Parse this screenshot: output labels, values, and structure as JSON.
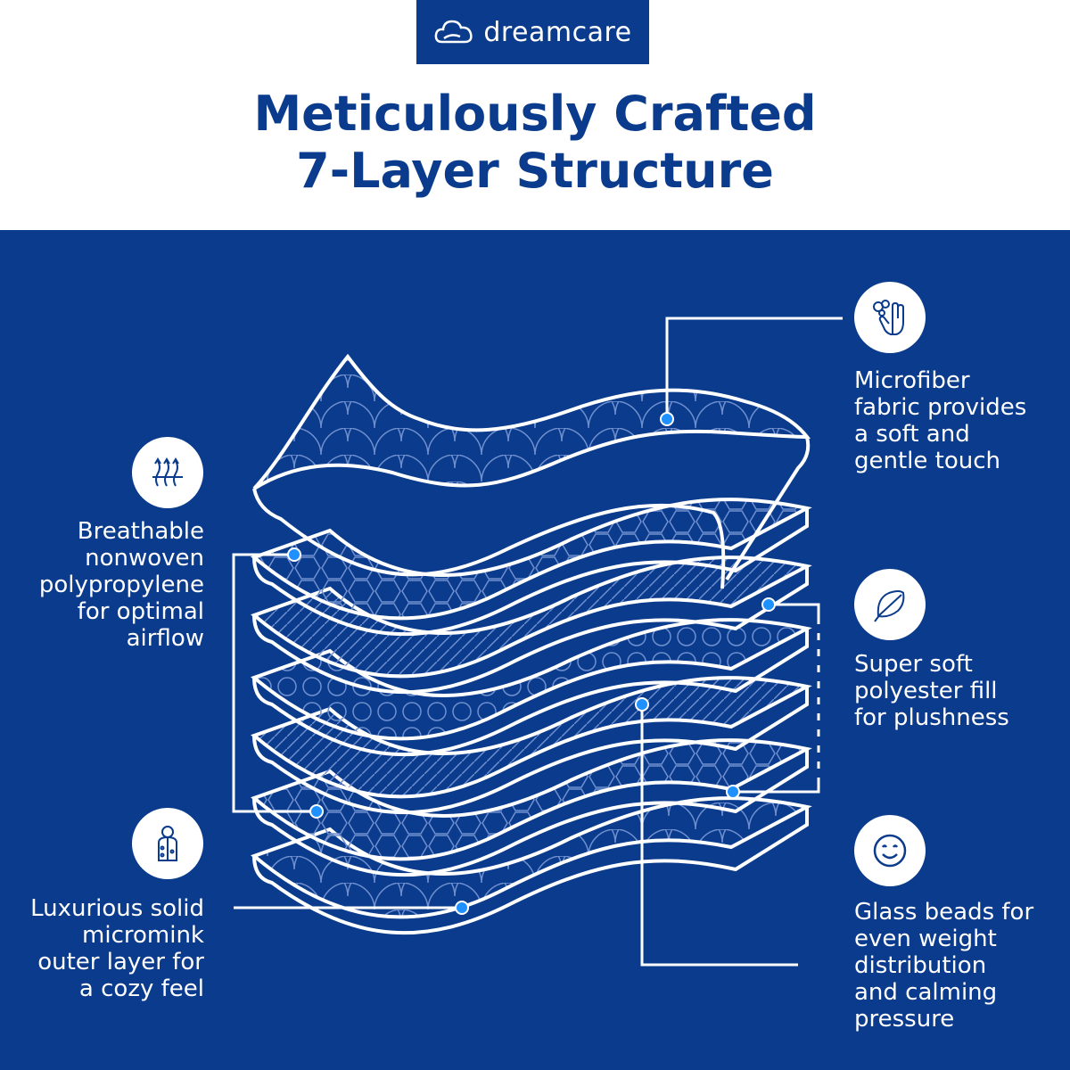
{
  "brand": {
    "name": "dreamcare",
    "logo_icon": "cloud-icon"
  },
  "title": {
    "line1": "Meticulously Crafted",
    "line2": "7-Layer Structure"
  },
  "colors": {
    "brand_blue": "#0a3b8c",
    "accent_dot": "#1e90ff",
    "white": "#ffffff"
  },
  "features": {
    "microfiber": {
      "icon": "hand-touch-icon",
      "lines": [
        "Microfiber",
        "fabric provides",
        "a soft and",
        "gentle touch"
      ]
    },
    "breathable": {
      "icon": "airflow-icon",
      "lines": [
        "Breathable",
        "nonwoven",
        "polypropylene",
        "for optimal",
        "airflow"
      ]
    },
    "polyester": {
      "icon": "feather-icon",
      "lines": [
        "Super soft",
        "polyester fill",
        "for plushness"
      ]
    },
    "micromink": {
      "icon": "cozy-person-icon",
      "lines": [
        "Luxurious solid",
        "micromink",
        "outer layer for",
        "a cozy feel"
      ]
    },
    "glass_beads": {
      "icon": "smiley-icon",
      "lines": [
        "Glass beads for",
        "even weight",
        "distribution",
        "and calming",
        "pressure"
      ]
    }
  }
}
